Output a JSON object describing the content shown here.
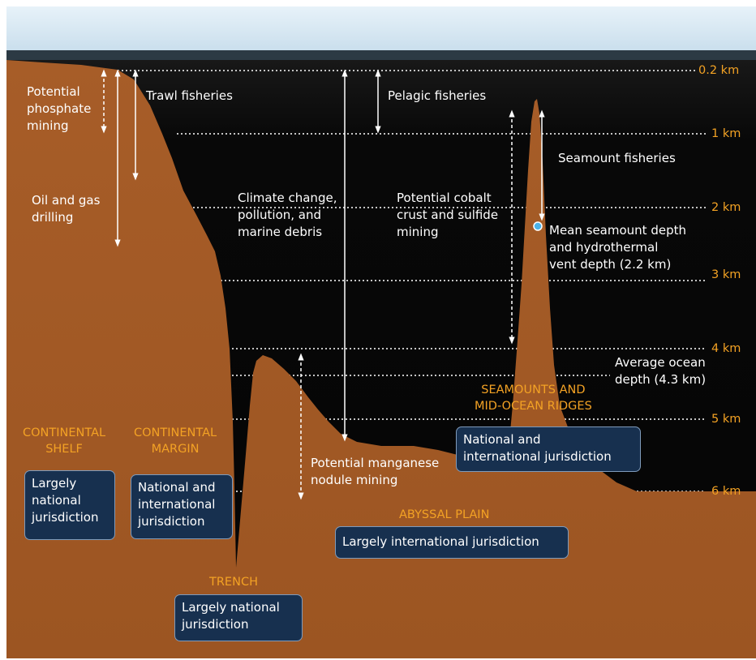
{
  "colors": {
    "sky": "#d2e6f2",
    "ocean": "#070707",
    "seafloor": "#a55c27",
    "guide_line": "#c4c4c4",
    "depth_text": "#f3a224",
    "box_fill": "#17304f",
    "box_border": "#7f9bbb",
    "marker": "#4cb3e8"
  },
  "depth_scale": [
    {
      "label": "0.2 km"
    },
    {
      "label": "1 km"
    },
    {
      "label": "2 km"
    },
    {
      "label": "3 km"
    },
    {
      "label": "4 km"
    },
    {
      "label": "5 km"
    },
    {
      "label": "6 km"
    }
  ],
  "activities": {
    "phosphate": "Potential\nphosphate\nmining",
    "trawl": "Trawl fisheries",
    "oil_gas": "Oil and gas\ndrilling",
    "pelagic": "Pelagic fisheries",
    "seamount_fisheries": "Seamount fisheries",
    "climate": "Climate change,\npollution, and\nmarine debris",
    "cobalt": "Potential cobalt\ncrust and sulfide\nmining",
    "mean_seamount": "Mean seamount depth\nand hydrothermal\nvent depth  (2.2 km)",
    "average_depth": "Average ocean\ndepth (4.3 km)",
    "manganese": "Potential manganese\nnodule mining"
  },
  "regions": {
    "continental_shelf": "CONTINENTAL\nSHELF",
    "continental_margin": "CONTINENTAL\nMARGIN",
    "seamounts": "SEAMOUNTS AND\nMID-OCEAN RIDGES",
    "abyssal_plain": "ABYSSAL PLAIN",
    "trench": "TRENCH"
  },
  "jurisdiction": {
    "shelf": "Largely\nnational\njurisdiction",
    "margin": "National and\ninternational\njurisdiction",
    "seamounts": "National and\ninternational jurisdiction",
    "abyssal": "Largely international jurisdiction",
    "trench": "Largely national\njurisdiction"
  },
  "icons": {
    "seamount_marker": "circle-marker-icon"
  }
}
